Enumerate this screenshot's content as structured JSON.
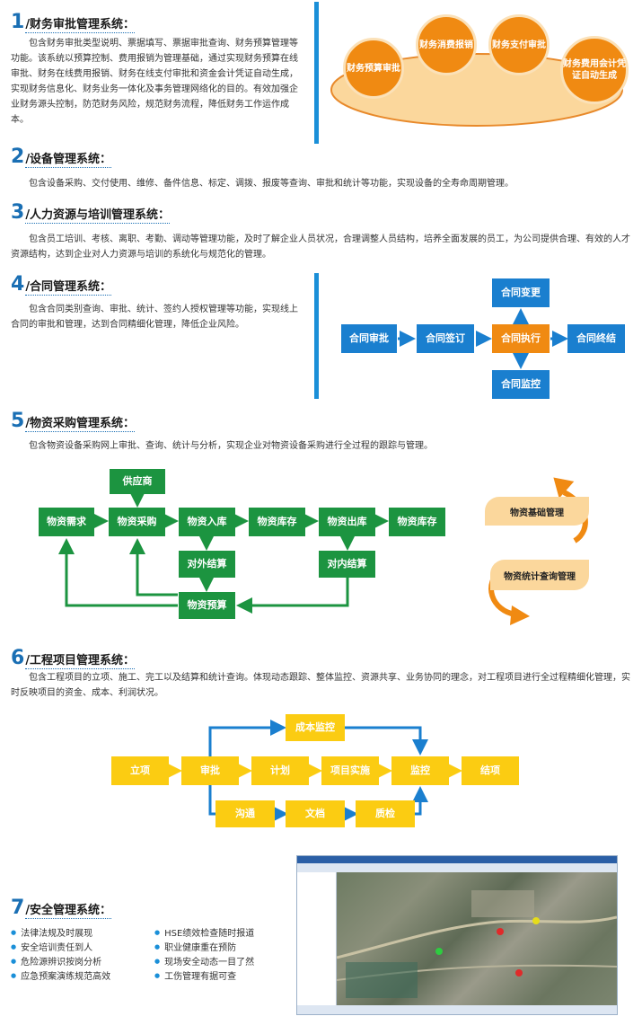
{
  "s1": {
    "num": "1",
    "title": "/财务审批管理系统：",
    "para": "包含财务审批类型说明、票据填写、票据审批查询、财务预算管理等功能。该系统以预算控制、费用报销为管理基础，通过实现财务预算在线审批、财务在线费用报销、财务在线支付审批和资金会计凭证自动生成，实现财务信息化、财务业务一体化及事务管理网络化的目的。有效加强企业财务源头控制，防范财务风险，规范财务流程，降低财务工作运作成本。",
    "circles": [
      "财务预算审批",
      "财务消费报销",
      "财务支付审批",
      "财务费用会计凭证自动生成"
    ]
  },
  "s2": {
    "num": "2",
    "title": "/设备管理系统：",
    "para": "包含设备采购、交付使用、维修、备件信息、标定、调拨、报废等查询、审批和统计等功能，实现设备的全寿命周期管理。"
  },
  "s3": {
    "num": "3",
    "title": "/人力资源与培训管理系统：",
    "para": "包含员工培训、考核、离职、考勤、调动等管理功能，及时了解企业人员状况，合理调整人员结构，培养全面发展的员工，为公司提供合理、有效的人才资源结构，达到企业对人力资源与培训的系统化与规范化的管理。"
  },
  "s4": {
    "num": "4",
    "title": "/合同管理系统：",
    "para": "包含合同类别查询、审批、统计、签约人授权管理等功能，实现线上合同的审批和管理，达到合同精细化管理，降低企业风险。",
    "nodes": {
      "approve": "合同审批",
      "sign": "合同签订",
      "execute": "合同执行",
      "end": "合同终结",
      "change": "合同变更",
      "monitor": "合同监控"
    }
  },
  "s5": {
    "num": "5",
    "title": "/物资采购管理系统：",
    "para": "包含物资设备采购网上审批、查询、统计与分析，实现企业对物资设备采购进行全过程的跟踪与管理。",
    "nodes": {
      "supplier": "供应商",
      "demand": "物资需求",
      "purchase": "物资采购",
      "instock": "物资入库",
      "stock1": "物资库存",
      "outstock": "物资出库",
      "stock2": "物资库存",
      "extsettle": "对外结算",
      "intsettle": "对内结算",
      "budget": "物资预算"
    },
    "side": [
      "物资基础管理",
      "物资统计查询管理"
    ]
  },
  "s6": {
    "num": "6",
    "title": "/工程项目管理系统：",
    "para": "包含工程项目的立项、施工、完工以及结算和统计查询。体现动态跟踪、整体监控、资源共享、业务协同的理念，对工程项目进行全过程精细化管理，实时反映项目的资金、成本、利润状况。",
    "nodes": {
      "cost": "成本监控",
      "setup": "立项",
      "review": "审批",
      "plan": "计划",
      "impl": "项目实施",
      "control": "监控",
      "close": "结项",
      "comm": "沟通",
      "docs": "文档",
      "qc": "质检"
    }
  },
  "s7": {
    "num": "7",
    "title": "/安全管理系统：",
    "left": [
      "法律法规及时展现",
      "安全培训责任到人",
      "危险源辨识按岗分析",
      "应急预案演练规范高效"
    ],
    "right": [
      "HSE绩效检查随时报道",
      "职业健康重在预防",
      "现场安全动态一目了然",
      "工伤管理有据可查"
    ]
  },
  "colors": {
    "blue": "#1a7fcf",
    "orange": "#f08a12",
    "green": "#1c9440",
    "yellow": "#fbcc12",
    "accent": "#1a8fd8"
  }
}
